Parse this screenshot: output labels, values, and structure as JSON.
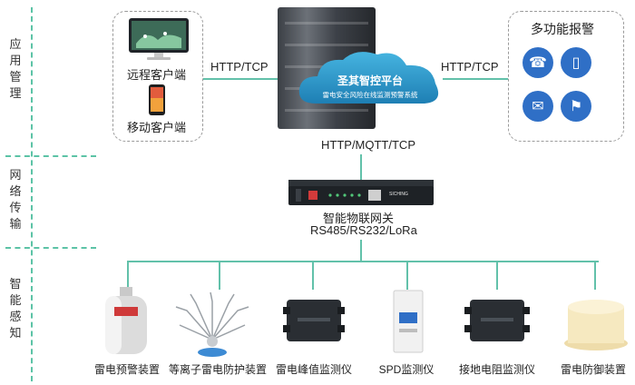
{
  "layers": {
    "application": "应用管理",
    "network": "网络传输",
    "sensing": "智能感知"
  },
  "clients": {
    "remote": "远程客户端",
    "mobile": "移动客户端"
  },
  "protocols": {
    "left": "HTTP/TCP",
    "right": "HTTP/TCP",
    "down": "HTTP/MQTT/TCP"
  },
  "platform": {
    "title": "圣其智控平台",
    "subtitle": "雷电安全风险在线监测预警系统"
  },
  "alarm": {
    "title": "多功能报警",
    "icons": [
      "phone-icon",
      "mobile-icon",
      "mail-icon",
      "bell-icon"
    ]
  },
  "gateway": {
    "name": "智能物联网关",
    "interfaces": "RS485/RS232/LoRa",
    "brand": "SICHING"
  },
  "devices": [
    "雷电预警装置",
    "等离子雷电防护装置",
    "雷电峰值监测仪",
    "SPD监测仪",
    "接地电阻监测仪",
    "雷电防御装置"
  ],
  "colors": {
    "accent": "#5cc3a6",
    "cloud": "#2a97c9",
    "alarm_icon": "#2f6fc6"
  }
}
